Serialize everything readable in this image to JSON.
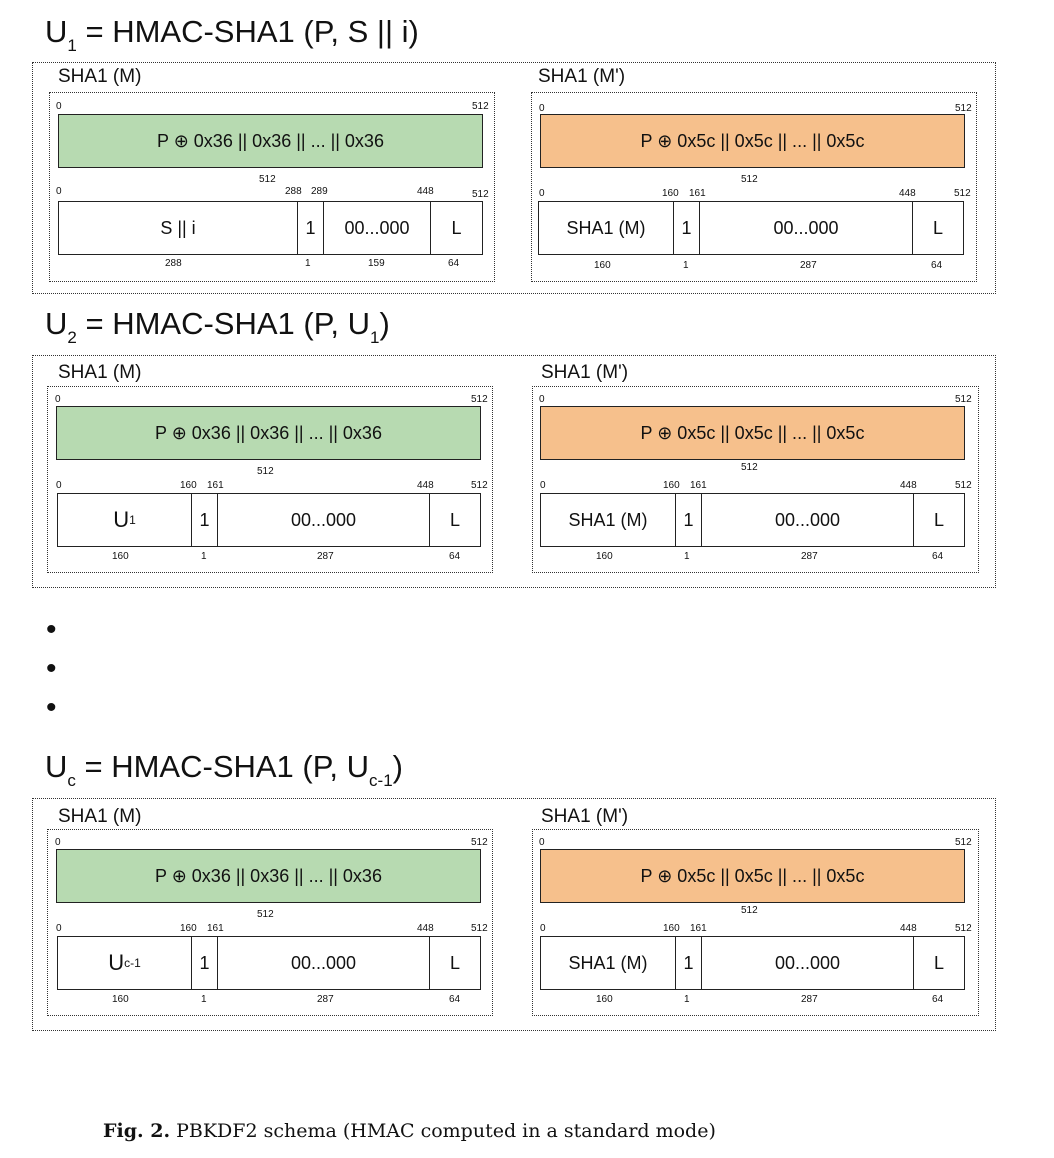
{
  "headings": [
    {
      "pre": "U",
      "sub": "1",
      "mid": " = HMAC-SHA1 (P, S || i)",
      "sub2": "",
      "post": ""
    },
    {
      "pre": "U",
      "sub": "2",
      "mid": " = HMAC-SHA1 (P, U",
      "sub2": "1",
      "post": ")"
    },
    {
      "pre": "U",
      "sub": "c",
      "mid": " = HMAC-SHA1 (P, U",
      "sub2": "c-1",
      "post": ")"
    }
  ],
  "labels": {
    "inner": "SHA1 (M)",
    "outer": "SHA1 (M')",
    "ipad": "P ⊕ 0x36 || 0x36 || ... || 0x36",
    "opad": "P ⊕ 0x5c || 0x5c || ... || 0x5c",
    "one": "1",
    "zeros": "00...000",
    "len": "L",
    "inner_hash": "SHA1 (M)",
    "salt": "S || i",
    "u_letter": "U",
    "u_sub_2": "1",
    "u_sub_c": "c-1"
  },
  "ticks": {
    "t0": "0",
    "t512": "512",
    "t160": "160",
    "t161": "161",
    "t288": "288",
    "t289": "289",
    "t448": "448",
    "w288": "288",
    "w1": "1",
    "w159": "159",
    "w64": "64",
    "w160": "160",
    "w287": "287"
  },
  "dots": [
    "•",
    "•",
    "•"
  ],
  "caption": {
    "label": "Fig. 2.",
    "text": " PBKDF2 schema (HMAC computed in a standard mode)"
  }
}
